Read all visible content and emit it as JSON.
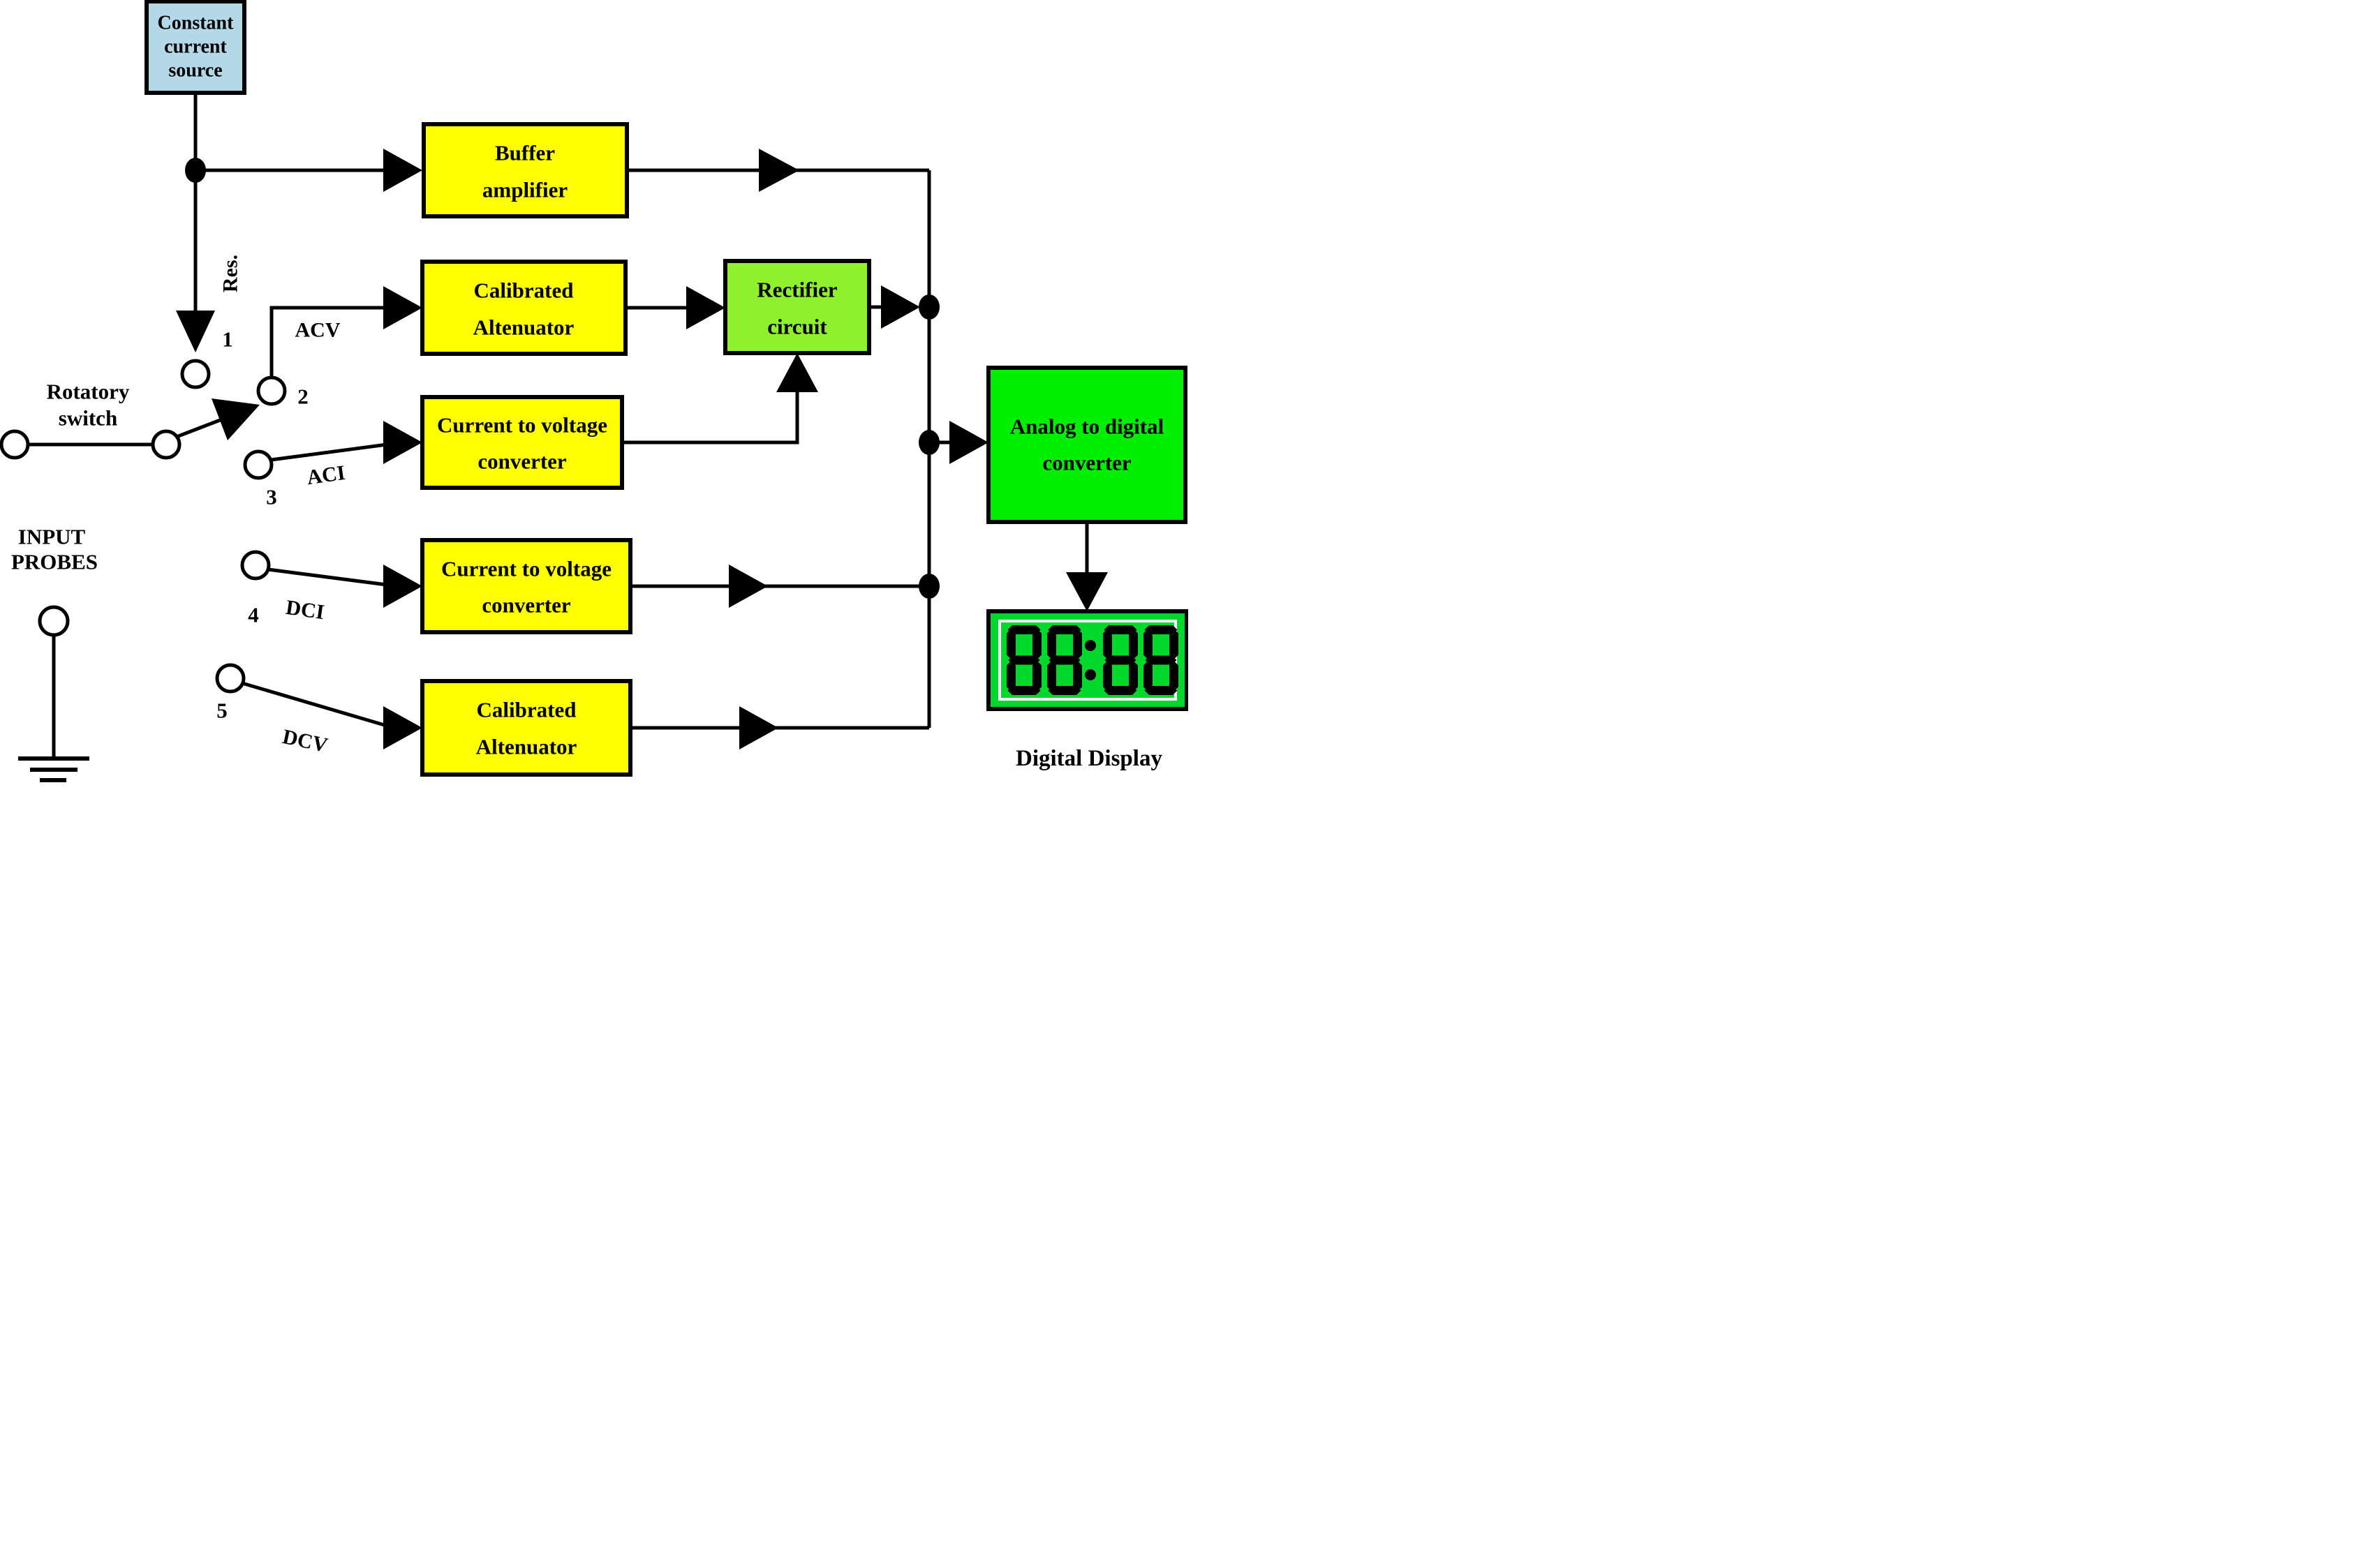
{
  "colors": {
    "light_blue": "#b3d9e8",
    "yellow": "#ffff00",
    "yellow_green": "#8ff02d",
    "green": "#00ee00",
    "display_green": "#00d92c",
    "black": "#000000",
    "red": "#ff0000",
    "white": "#ffffff"
  },
  "blocks": {
    "constant_current_source": {
      "lines": [
        "Constant",
        "current",
        "source"
      ]
    },
    "buffer_amplifier": {
      "lines": [
        "Buffer",
        "amplifier"
      ]
    },
    "calibrated_attenuator_ac": {
      "lines": [
        "Calibrated",
        "Altenuator"
      ]
    },
    "rectifier_circuit": {
      "lines": [
        "Rectifier",
        "circuit"
      ]
    },
    "current_to_voltage_converter_ac": {
      "lines": [
        "Current to voltage",
        "converter"
      ]
    },
    "current_to_voltage_converter_dc": {
      "lines": [
        "Current to voltage",
        "converter"
      ]
    },
    "calibrated_attenuator_dc": {
      "lines": [
        "Calibrated",
        "Altenuator"
      ]
    },
    "analog_to_digital_converter": {
      "lines": [
        "Analog to digital",
        "converter"
      ]
    }
  },
  "path_labels": {
    "res": "Res.",
    "acv": "ACV",
    "aci": "ACI",
    "dci": "DCI",
    "dcv": "DCV"
  },
  "position_numbers": [
    "1",
    "2",
    "3",
    "4",
    "5"
  ],
  "switch_label_lines": [
    "Rotatory",
    "switch"
  ],
  "input_probes_lines": [
    "INPUT",
    "PROBES"
  ],
  "display": {
    "value": "88:88",
    "caption": "Digital Display"
  }
}
